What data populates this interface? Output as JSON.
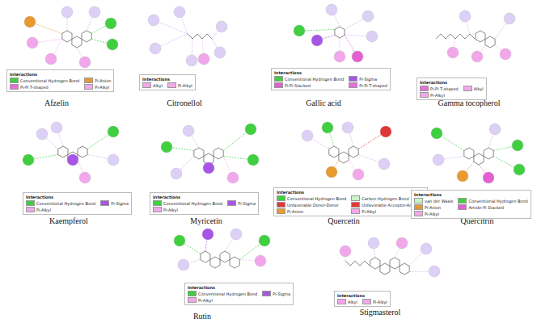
{
  "diagram": {
    "labels": [
      "Afzelin",
      "Citronellol",
      "Gallic acid",
      "Gamma tocopherol",
      "Kaempferol",
      "Myricetin",
      "Quercetin",
      "Quercitrin",
      "Rutin",
      "Stigmasterol",
      "Interactions",
      "Interactions",
      "Interactions",
      "Interactions",
      "Interactions",
      "Interactions",
      "Interactions",
      "Interactions",
      "Interactions",
      "Interactions"
    ],
    "legend": [
      {
        "text": "Conventional Hydrogen Bond",
        "color": "#3fcf3f"
      },
      {
        "text": "Pi-Anion",
        "color": "#e89a30"
      },
      {
        "text": "Pi-Pi T-shaped",
        "color": "#e86fd8"
      },
      {
        "text": "Pi-Alkyl",
        "color": "#f2a7ea"
      },
      {
        "text": "Alkyl",
        "color": "#f2a7ea"
      },
      {
        "text": "Pi-Alkyl",
        "color": "#f2a7ea"
      },
      {
        "text": "Conventional Hydrogen Bond",
        "color": "#3fcf3f"
      },
      {
        "text": "Pi-Sigma",
        "color": "#a755e6"
      },
      {
        "text": "Pi-Pi Stacked",
        "color": "#e460d2"
      },
      {
        "text": "Pi-Pi T-shaped",
        "color": "#e86fd8"
      },
      {
        "text": "Pi-Pi T-shaped",
        "color": "#e86fd8"
      },
      {
        "text": "Alkyl",
        "color": "#f2a7ea"
      },
      {
        "text": "Pi-Alkyl",
        "color": "#f2a7ea"
      },
      {
        "text": "Conventional Hydrogen Bond",
        "color": "#3fcf3f"
      },
      {
        "text": "Pi-Sigma",
        "color": "#a755e6"
      },
      {
        "text": "Pi-Alkyl",
        "color": "#f2a7ea"
      },
      {
        "text": "Conventional Hydrogen Bond",
        "color": "#3fcf3f"
      },
      {
        "text": "Pi-Sigma",
        "color": "#a755e6"
      },
      {
        "text": "Pi-Alkyl",
        "color": "#f2a7ea"
      },
      {
        "text": "Conventional Hydrogen Bond",
        "color": "#3fcf3f"
      },
      {
        "text": "Carbon Hydrogen Bond",
        "color": "#c8f5c8"
      },
      {
        "text": "Unfavorable Donor-Donor",
        "color": "#e03838"
      },
      {
        "text": "Unfavorable Acceptor-Acceptor",
        "color": "#e03838"
      },
      {
        "text": "Pi-Anion",
        "color": "#e89a30"
      },
      {
        "text": "Pi-Alkyl",
        "color": "#f2a7ea"
      },
      {
        "text": "van der Waals",
        "color": "#c8f5c8"
      },
      {
        "text": "Conventional Hydrogen Bond",
        "color": "#3fcf3f"
      },
      {
        "text": "Pi-Anion",
        "color": "#e89a30"
      },
      {
        "text": "Amide-Pi Stacked",
        "color": "#e460d2"
      },
      {
        "text": "Pi-Alkyl",
        "color": "#f2a7ea"
      },
      {
        "text": "Conventional Hydrogen Bond",
        "color": "#3fcf3f"
      },
      {
        "text": "Pi-Sigma",
        "color": "#a755e6"
      },
      {
        "text": "Pi-Alkyl",
        "color": "#f2a7ea"
      },
      {
        "text": "Alkyl",
        "color": "#f2a7ea"
      },
      {
        "text": "Pi-Alkyl",
        "color": "#f2a7ea"
      }
    ]
  }
}
